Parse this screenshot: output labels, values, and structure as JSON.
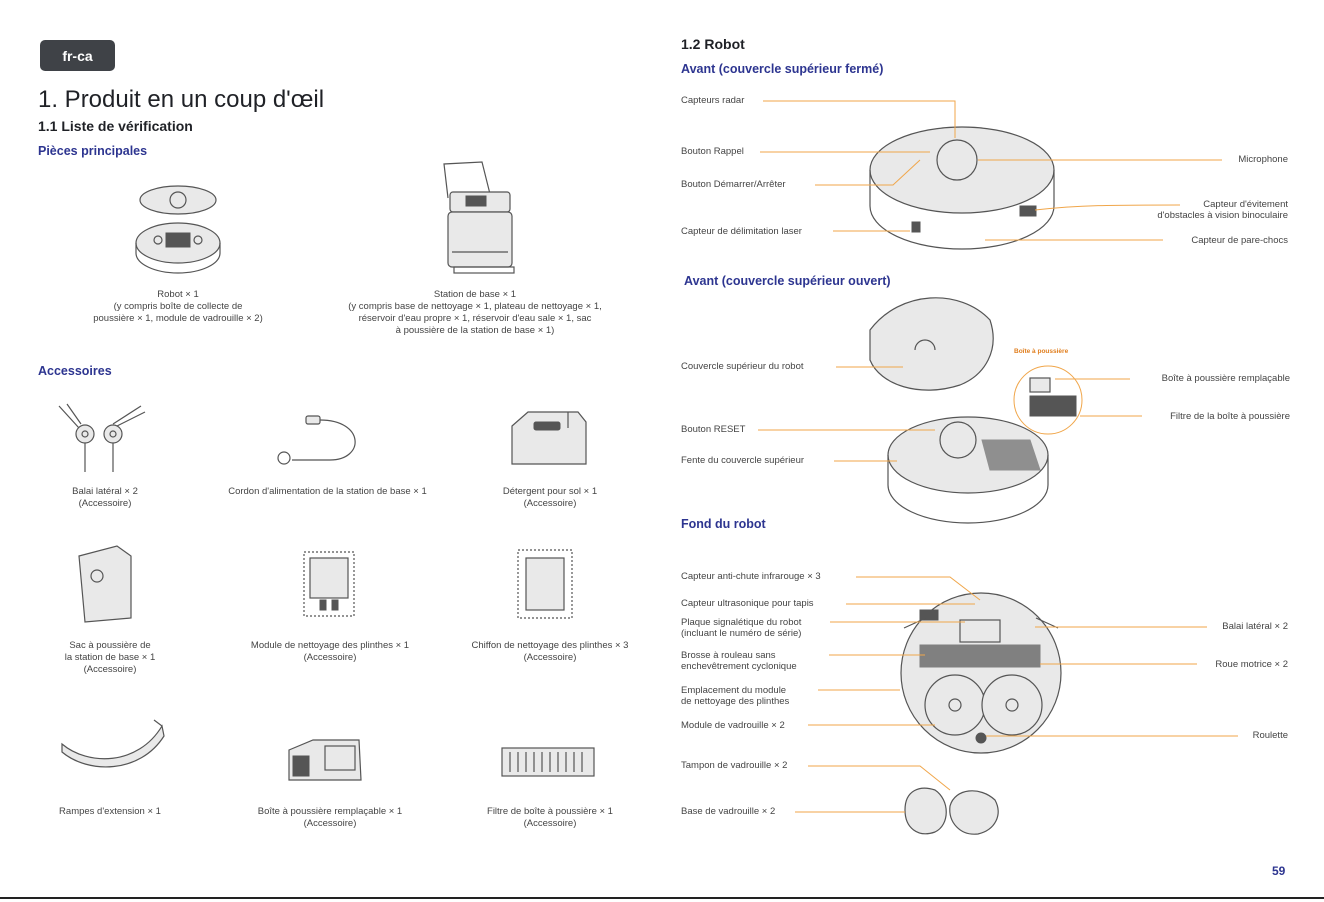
{
  "left": {
    "badge": "fr-ca",
    "title": "1. Produit en un coup d'œil",
    "section": "1.1 Liste de vérification",
    "main_parts_heading": "Pièces principales",
    "main_parts": [
      {
        "lines": [
          "Robot × 1",
          "(y compris boîte de collecte de",
          "poussière × 1, module de vadrouille × 2)"
        ]
      },
      {
        "lines": [
          "Station de base × 1",
          "(y compris base de nettoyage × 1, plateau de nettoyage × 1,",
          "réservoir d'eau propre × 1, réservoir d'eau sale × 1, sac",
          "à poussière de la station de base × 1)"
        ]
      }
    ],
    "accessories_heading": "Accessoires",
    "accessories": [
      {
        "lines": [
          "Balai latéral × 2",
          "(Accessoire)"
        ]
      },
      {
        "lines": [
          "Cordon d'alimentation de la station de base × 1"
        ]
      },
      {
        "lines": [
          "Détergent pour sol × 1",
          "(Accessoire)"
        ]
      },
      {
        "lines": [
          "Sac à poussière de",
          "la station de base × 1",
          "(Accessoire)"
        ]
      },
      {
        "lines": [
          "Module de nettoyage des plinthes × 1",
          "(Accessoire)"
        ]
      },
      {
        "lines": [
          "Chiffon de nettoyage des plinthes × 3",
          "(Accessoire)"
        ]
      },
      {
        "lines": [
          "Rampes d'extension × 1"
        ]
      },
      {
        "lines": [
          "Boîte à poussière remplaçable × 1",
          "(Accessoire)"
        ]
      },
      {
        "lines": [
          "Filtre de boîte à poussière × 1",
          "(Accessoire)"
        ]
      }
    ]
  },
  "right": {
    "section": "1.2 Robot",
    "front_closed": {
      "heading": "Avant (couvercle supérieur fermé)",
      "labels": {
        "radar": "Capteurs radar",
        "recall": "Bouton Rappel",
        "startstop": "Bouton Démarrer/Arrêter",
        "laser": "Capteur de délimitation laser",
        "microphone": "Microphone",
        "binocular_1": "Capteur d'évitement",
        "binocular_2": "d'obstacles à vision binoculaire",
        "bumper": "Capteur de pare-chocs"
      }
    },
    "front_open": {
      "heading": "Avant (couvercle supérieur ouvert)",
      "labels": {
        "cover": "Couvercle supérieur du robot",
        "reset": "Bouton RESET",
        "slot": "Fente du couvercle supérieur",
        "dustbox_tag": "Boîte à poussière",
        "dustbox": "Boîte à poussière remplaçable",
        "filter": "Filtre de la boîte à poussière"
      }
    },
    "bottom": {
      "heading": "Fond du robot",
      "labels": {
        "cliff": "Capteur anti-chute infrarouge × 3",
        "ultrasonic": "Capteur ultrasonique pour tapis",
        "plate_1": "Plaque signalétique du robot",
        "plate_2": "(incluant le numéro de série)",
        "brush_1": "Brosse à rouleau sans",
        "brush_2": "enchevêtrement cyclonique",
        "slot_1": "Emplacement du module",
        "slot_2": "de nettoyage des plinthes",
        "mop": "Module de vadrouille × 2",
        "pad": "Tampon de vadrouille × 2",
        "base": "Base de vadrouille × 2",
        "sidebrush": "Balai latéral × 2",
        "wheel": "Roue motrice × 2",
        "caster": "Roulette"
      }
    },
    "page_number": "59"
  }
}
